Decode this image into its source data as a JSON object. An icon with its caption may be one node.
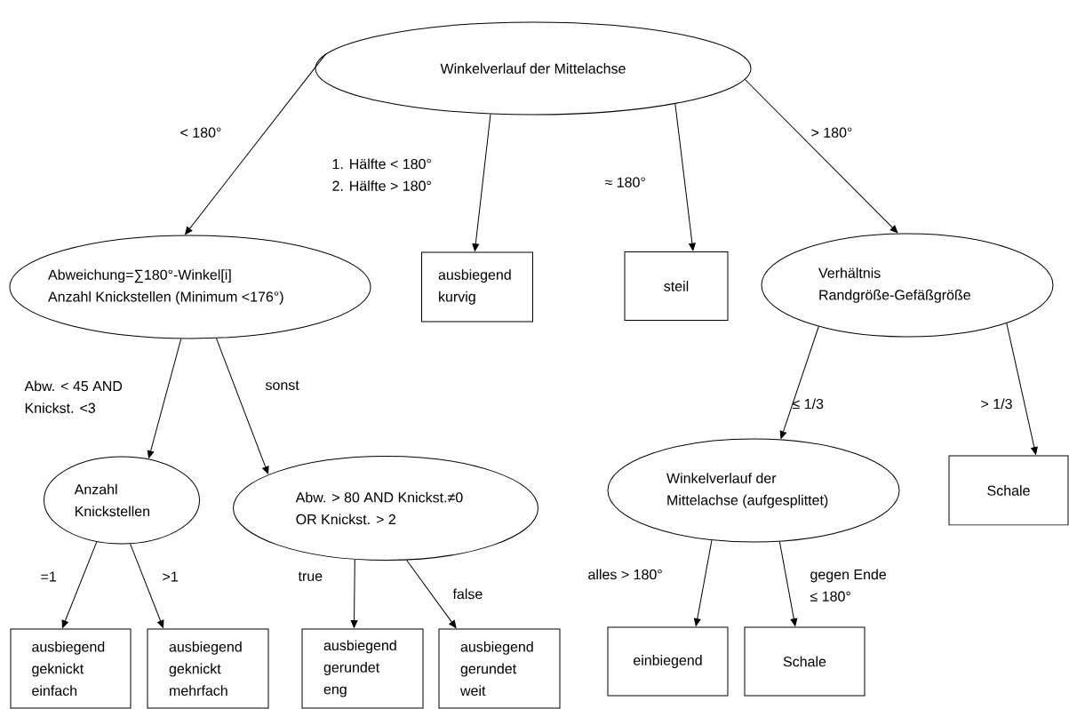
{
  "diagram": {
    "nodes": [
      {
        "text": [
          "Winkelverlauf der Mittelachse"
        ]
      },
      {
        "text": [
          "Abweichung=∑180°-Winkel[i]",
          "Anzahl Knickstellen (Minimum <176°)"
        ]
      },
      {
        "text": [
          "ausbiegend kurvig"
        ]
      },
      {
        "text": [
          "steil"
        ]
      },
      {
        "text": [
          "Verhältnis Randgröße-Gefäßgröße"
        ]
      },
      {
        "text": [
          "Anzahl Knickstellen"
        ]
      },
      {
        "text": [
          "Abw. > 80 AND Knickst.≠0 OR Knickst. > 2"
        ]
      },
      {
        "text": [
          "Winkelverlauf der Mittelachse (aufgesplittet)"
        ]
      },
      {
        "text": [
          "Schale"
        ]
      },
      {
        "text": [
          "ausbiegend geknickt einfach"
        ]
      },
      {
        "text": [
          "ausbiegend geknickt mehrfach"
        ]
      },
      {
        "text": [
          "ausbiegend gerundet eng"
        ]
      },
      {
        "text": [
          "ausbiegend gerundet weit"
        ]
      },
      {
        "text": [
          "einbiegend"
        ]
      },
      {
        "text": [
          "Schale"
        ]
      }
    ],
    "edges": [
      {
        "from": 0,
        "to": 1,
        "arrow": "to",
        "label": "< 180°"
      },
      {
        "from": 0,
        "to": 2,
        "arrow": "to",
        "label": "1. Hälfte < 180° 2. Hälfte > 180°"
      },
      {
        "from": 0,
        "to": 3,
        "arrow": "to",
        "label": "≈ 180°"
      },
      {
        "from": 0,
        "to": 4,
        "arrow": "to",
        "label": "> 180°"
      },
      {
        "from": 1,
        "to": 5,
        "arrow": "to",
        "label": "Abw. < 45 AND Knickst. <3"
      },
      {
        "from": 1,
        "to": 6,
        "arrow": "to",
        "label": "sonst"
      },
      {
        "from": 5,
        "to": 9,
        "arrow": "to",
        "label": "=1"
      },
      {
        "from": 5,
        "to": 10,
        "arrow": "to",
        "label": ">1"
      },
      {
        "from": 6,
        "to": 11,
        "arrow": "to",
        "label": "true"
      },
      {
        "from": 6,
        "to": 12,
        "arrow": "to",
        "label": "false"
      },
      {
        "from": 4,
        "to": 7,
        "arrow": "to",
        "label": "≤ 1/3"
      },
      {
        "from": 4,
        "to": 8,
        "arrow": "to",
        "label": "> 1/3"
      },
      {
        "from": 7,
        "to": 13,
        "arrow": "to",
        "label": "alles > 180°"
      },
      {
        "from": 7,
        "to": 14,
        "arrow": "to",
        "label": "gegen Ende ≤ 180°"
      }
    ]
  }
}
